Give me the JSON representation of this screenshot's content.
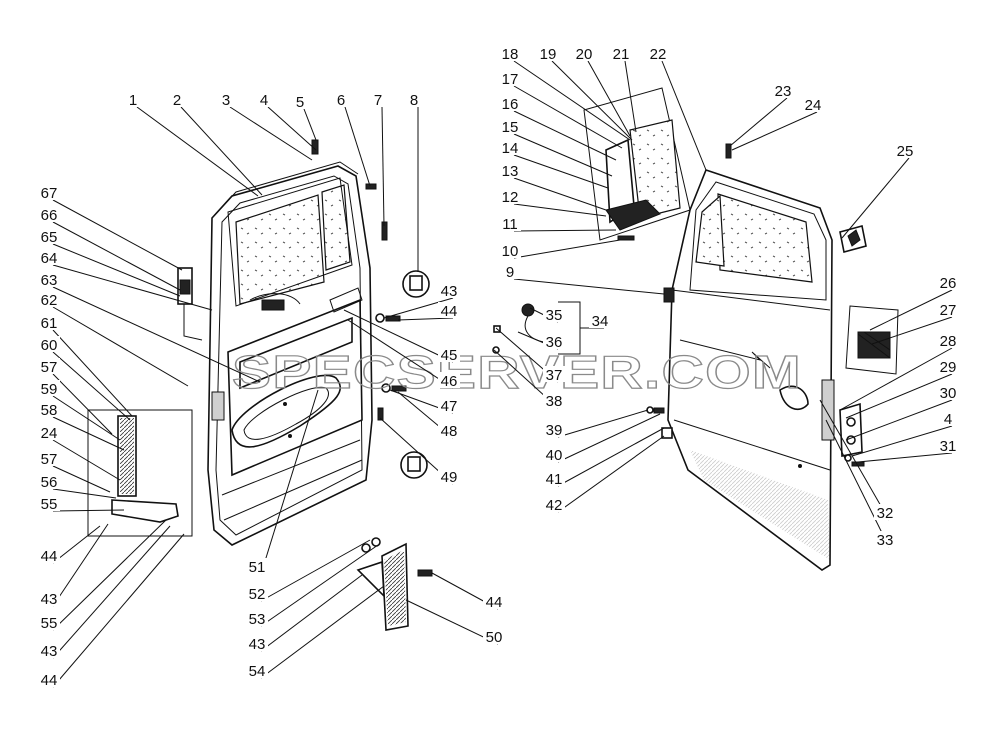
{
  "watermark": "SPECSERVER.COM",
  "callouts": [
    {
      "id": "c1",
      "text": "1"
    },
    {
      "id": "c2",
      "text": "2"
    },
    {
      "id": "c3",
      "text": "3"
    },
    {
      "id": "c4",
      "text": "4"
    },
    {
      "id": "c5",
      "text": "5"
    },
    {
      "id": "c6",
      "text": "6"
    },
    {
      "id": "c7",
      "text": "7"
    },
    {
      "id": "c8",
      "text": "8"
    },
    {
      "id": "c67",
      "text": "67"
    },
    {
      "id": "c66",
      "text": "66"
    },
    {
      "id": "c65",
      "text": "65"
    },
    {
      "id": "c64",
      "text": "64"
    },
    {
      "id": "c63",
      "text": "63"
    },
    {
      "id": "c62",
      "text": "62"
    },
    {
      "id": "c61",
      "text": "61"
    },
    {
      "id": "c60",
      "text": "60"
    },
    {
      "id": "c57a",
      "text": "57"
    },
    {
      "id": "c59",
      "text": "59"
    },
    {
      "id": "c58",
      "text": "58"
    },
    {
      "id": "c24a",
      "text": "24"
    },
    {
      "id": "c57b",
      "text": "57"
    },
    {
      "id": "c56",
      "text": "56"
    },
    {
      "id": "c55a",
      "text": "55"
    },
    {
      "id": "c44a",
      "text": "44"
    },
    {
      "id": "c43a",
      "text": "43"
    },
    {
      "id": "c55b",
      "text": "55"
    },
    {
      "id": "c43b",
      "text": "43"
    },
    {
      "id": "c44b",
      "text": "44"
    },
    {
      "id": "c43c",
      "text": "43"
    },
    {
      "id": "c44c",
      "text": "44"
    },
    {
      "id": "c45",
      "text": "45"
    },
    {
      "id": "c46",
      "text": "46"
    },
    {
      "id": "c47",
      "text": "47"
    },
    {
      "id": "c48",
      "text": "48"
    },
    {
      "id": "c49",
      "text": "49"
    },
    {
      "id": "c51",
      "text": "51"
    },
    {
      "id": "c52",
      "text": "52"
    },
    {
      "id": "c53",
      "text": "53"
    },
    {
      "id": "c43d",
      "text": "43"
    },
    {
      "id": "c54",
      "text": "54"
    },
    {
      "id": "c44d",
      "text": "44"
    },
    {
      "id": "c50",
      "text": "50"
    },
    {
      "id": "c18",
      "text": "18"
    },
    {
      "id": "c19",
      "text": "19"
    },
    {
      "id": "c20",
      "text": "20"
    },
    {
      "id": "c21",
      "text": "21"
    },
    {
      "id": "c22",
      "text": "22"
    },
    {
      "id": "c17",
      "text": "17"
    },
    {
      "id": "c16",
      "text": "16"
    },
    {
      "id": "c15",
      "text": "15"
    },
    {
      "id": "c14",
      "text": "14"
    },
    {
      "id": "c13",
      "text": "13"
    },
    {
      "id": "c12",
      "text": "12"
    },
    {
      "id": "c11",
      "text": "11"
    },
    {
      "id": "c10",
      "text": "10"
    },
    {
      "id": "c9",
      "text": "9"
    },
    {
      "id": "c35",
      "text": "35"
    },
    {
      "id": "c34",
      "text": "34"
    },
    {
      "id": "c36",
      "text": "36"
    },
    {
      "id": "c37",
      "text": "37"
    },
    {
      "id": "c38",
      "text": "38"
    },
    {
      "id": "c39",
      "text": "39"
    },
    {
      "id": "c40",
      "text": "40"
    },
    {
      "id": "c41",
      "text": "41"
    },
    {
      "id": "c42",
      "text": "42"
    },
    {
      "id": "c23",
      "text": "23"
    },
    {
      "id": "c24b",
      "text": "24"
    },
    {
      "id": "c25",
      "text": "25"
    },
    {
      "id": "c26",
      "text": "26"
    },
    {
      "id": "c27",
      "text": "27"
    },
    {
      "id": "c28",
      "text": "28"
    },
    {
      "id": "c29",
      "text": "29"
    },
    {
      "id": "c30",
      "text": "30"
    },
    {
      "id": "c4b",
      "text": "4"
    },
    {
      "id": "c31",
      "text": "31"
    },
    {
      "id": "c32",
      "text": "32"
    },
    {
      "id": "c33",
      "text": "33"
    }
  ]
}
